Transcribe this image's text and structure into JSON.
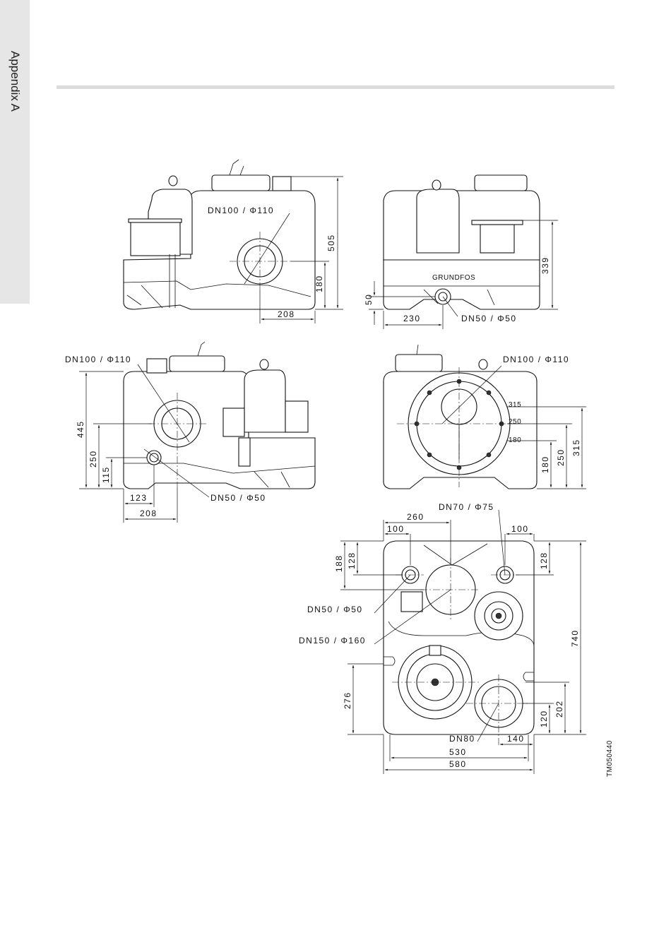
{
  "sidebar": {
    "label": "Appendix A"
  },
  "drawing_id": "TM050440",
  "views": {
    "side_left": {
      "labels": {
        "inlet_main": "DN100 / Φ110"
      },
      "dims": {
        "height_total": "505",
        "height_inlet": "180",
        "width_inlet": "208"
      }
    },
    "front_right": {
      "labels": {
        "outlet": "DN50 / Φ50"
      },
      "dims": {
        "height_total": "339",
        "height_outlet": "50",
        "width_outlet": "230"
      }
    },
    "side_left_alt": {
      "labels": {
        "inlet_main": "DN100 / Φ110",
        "inlet_small": "DN50 / Φ50"
      },
      "dims": {
        "height_total": "445",
        "height_main": "250",
        "height_small": "115",
        "width_small": "123",
        "width_main": "208"
      }
    },
    "back_right": {
      "labels": {
        "inlet_main": "DN100 / Φ110"
      },
      "dims": {
        "h_top": "315",
        "h_mid": "250",
        "h_low": "180"
      },
      "tiny_marks": [
        "315",
        "250",
        "180"
      ]
    },
    "top_view": {
      "labels": {
        "vent": "DN70 / Φ75",
        "inlet_small": "DN50 / Φ50",
        "inlet_large": "DN150 / Φ160",
        "outlet": "DN80"
      },
      "dims": {
        "w_vent": "260",
        "w_left": "100",
        "w_right": "100",
        "h_188": "188",
        "h_128_left": "128",
        "h_128_right": "128",
        "h_total": "740",
        "h_276": "276",
        "h_202": "202",
        "h_120": "120",
        "w_140": "140",
        "w_530": "530",
        "w_580": "580"
      }
    }
  }
}
